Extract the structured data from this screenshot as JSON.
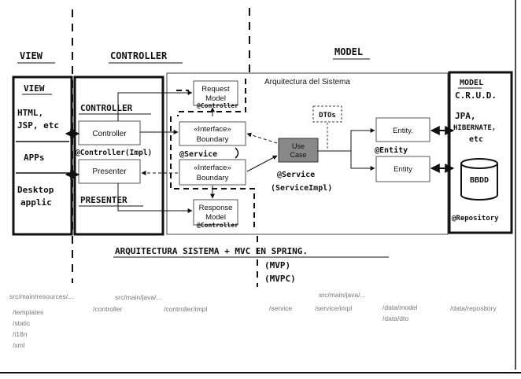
{
  "headers": {
    "view": "VIEW",
    "controller": "CONTROLLER",
    "model": "MODEL"
  },
  "view_panel": {
    "title": "VIEW",
    "line1": "HTML,",
    "line2": "JSP, etc",
    "apps": "APPs",
    "desktop1": "Desktop",
    "desktop2": "applic"
  },
  "controller_panel": {
    "title": "CONTROLLER",
    "controller_box": "Controller",
    "controller_annot": "@Controller(Impl)",
    "presenter_box": "Presenter",
    "presenter_title": "PRESENTER"
  },
  "architecture": {
    "title": "Arquitectura del Sistema",
    "request_model_1": "Request",
    "request_model_2": "Model",
    "request_annot": "@Controller",
    "boundary_top_1": "«Interface»",
    "boundary_top_2": "Boundary",
    "service_annot": "@Service",
    "boundary_bottom_1": "«Interface»",
    "boundary_bottom_2": "Boundary",
    "response_model_1": "Response",
    "response_model_2": "Model",
    "response_annot": "@Controller",
    "use_case_1": "Use",
    "use_case_2": "Case",
    "use_case_annot_1": "@Service",
    "use_case_annot_2": "(ServiceImpl)",
    "dtos": "DTOs",
    "entity_top": "Entity.",
    "entity_annot": "@Entity",
    "entity_bottom": "Entity"
  },
  "model_panel": {
    "title": "MODEL",
    "crud": "C.R.U.D.",
    "jpa": "JPA,",
    "hibernate": "HIBERNATE,",
    "etc": "etc",
    "db": "BBDD",
    "repository": "@Repository"
  },
  "caption": {
    "main": "ARQUITECTURA SISTEMA + MVC EN SPRING.",
    "mvp": "(MVP)",
    "mvpc": "(MVPC)"
  },
  "paths": {
    "p1": "src/main/resources/...",
    "p2": "src/main/java/...",
    "p3": "src/main/java/...",
    "sub1": "/templates",
    "sub2": "/static",
    "sub3": "/i18n",
    "sub4": "/xml",
    "ctrl": "/controller",
    "ctrl_impl": "/controller/impl",
    "svc": "/service",
    "svc_impl": "/service/impl",
    "data_model": "/data/model",
    "data_dto": "/data/dto",
    "data_repo": "/data/repository"
  }
}
